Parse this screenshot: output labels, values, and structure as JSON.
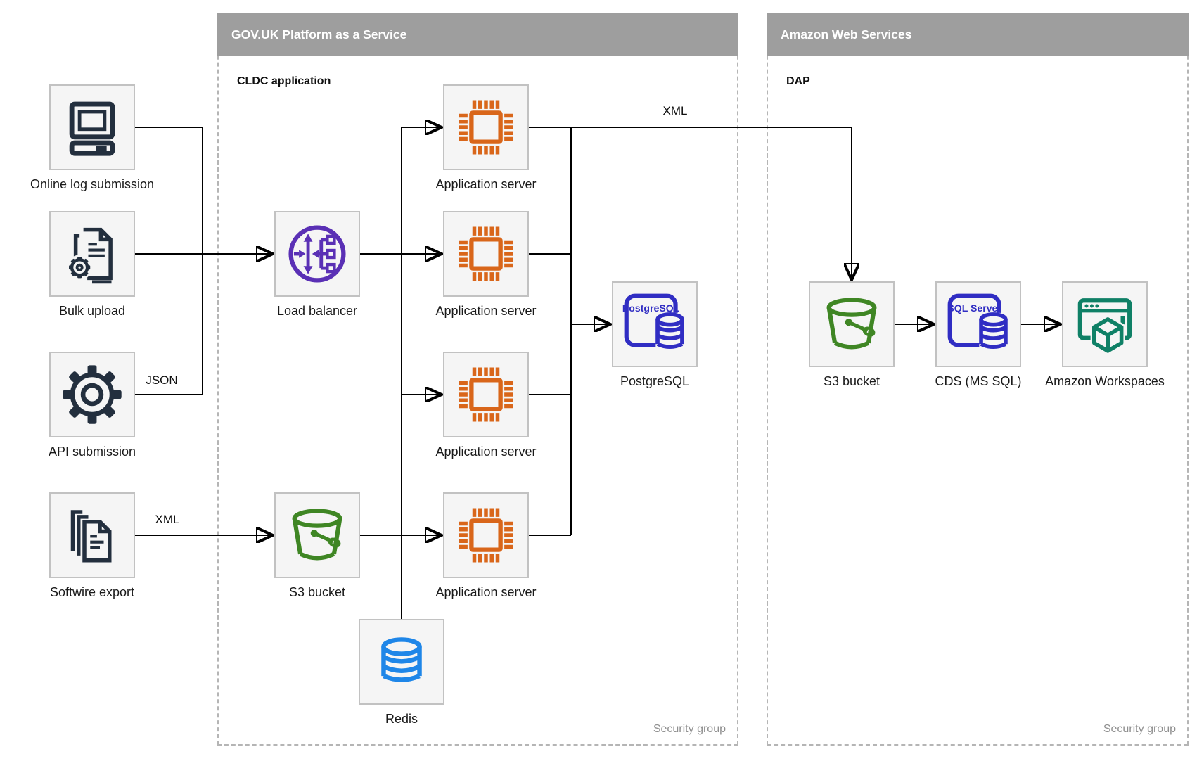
{
  "containers": {
    "govuk": {
      "title": "GOV.UK Platform as a Service",
      "sublabel": "CLDC application",
      "footer": "Security group"
    },
    "aws": {
      "title": "Amazon Web Services",
      "sublabel": "DAP",
      "footer": "Security group"
    }
  },
  "nodes": {
    "online_log": {
      "label": "Online log submission"
    },
    "bulk_upload": {
      "label": "Bulk upload"
    },
    "api_submission": {
      "label": "API submission"
    },
    "softwire_export": {
      "label": "Softwire export"
    },
    "load_balancer": {
      "label": "Load balancer"
    },
    "s3_paas": {
      "label": "S3 bucket"
    },
    "app_server1": {
      "label": "Application server"
    },
    "app_server2": {
      "label": "Application server"
    },
    "app_server3": {
      "label": "Application server"
    },
    "app_server4": {
      "label": "Application server"
    },
    "redis": {
      "label": "Redis"
    },
    "postgresql": {
      "label": "PostgreSQL",
      "icon_text": "PostgreSQL"
    },
    "s3_aws": {
      "label": "S3 bucket"
    },
    "cds": {
      "label": "CDS (MS SQL)",
      "icon_text": "SQL Server"
    },
    "workspaces": {
      "label": "Amazon Workspaces"
    }
  },
  "edge_labels": {
    "json": "JSON",
    "xml_softwire": "XML",
    "xml_to_aws": "XML"
  },
  "colors": {
    "icon_navy": "#232F3E",
    "compute_orange": "#D9661A",
    "network_purple": "#5A30B5",
    "storage_green": "#3F8624",
    "database_blue": "#302DC3",
    "redis_blue": "#1E86E8",
    "workspaces_teal": "#0F8066",
    "header_gray": "#9E9E9E",
    "edge_black": "#000000"
  }
}
